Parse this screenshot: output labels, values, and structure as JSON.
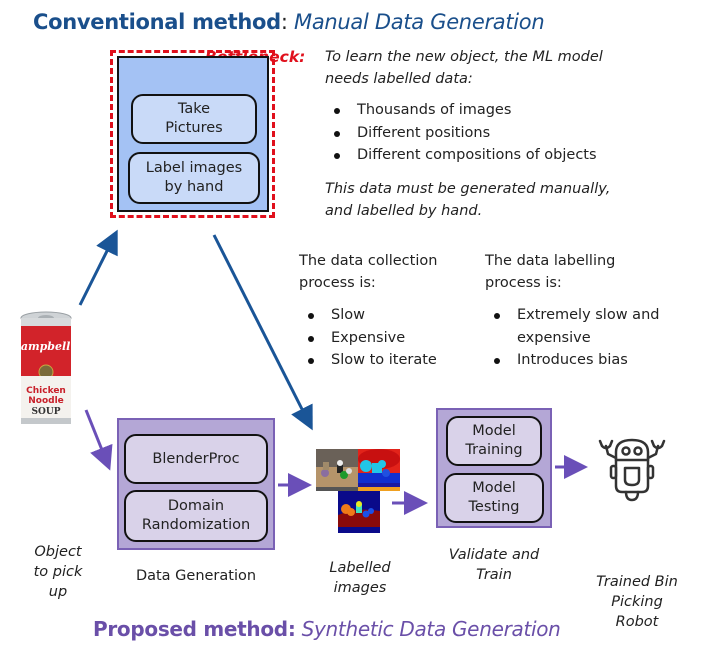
{
  "header": {
    "title_bold": "Conventional method",
    "title_sep": ":",
    "title_italic": "Manual Data Generation"
  },
  "footer": {
    "title_bold": "Proposed method:",
    "title_italic": "Synthetic Data Generation"
  },
  "conventional": {
    "bottleneck_label": "Bottleneck:",
    "bottleneck_intro_line1": "To learn the new object, the ML model",
    "bottleneck_intro_line2": "needs labelled data:",
    "needs": [
      "Thousands of images",
      "Different positions",
      "Different compositions of objects"
    ],
    "note_line1": "This data must be generated manually,",
    "note_line2": "and labelled by hand.",
    "steps": [
      {
        "line1": "Take",
        "line2": "Pictures"
      },
      {
        "line1": "Label images",
        "line2": "by hand"
      }
    ],
    "collection": {
      "heading_line1": "The data collection",
      "heading_line2": "process is:",
      "items": [
        "Slow",
        "Expensive",
        "Slow to iterate"
      ]
    },
    "labelling": {
      "heading_line1": "The data labelling",
      "heading_line2": "process is:",
      "items": [
        {
          "line1": "Extremely slow and",
          "line2": "expensive"
        },
        {
          "line1": "Introduces bias",
          "line2": ""
        }
      ]
    }
  },
  "proposed": {
    "object": {
      "caption_line1": "Object",
      "caption_line2": "to pick",
      "caption_line3": "up",
      "can_brand": "Campbell's",
      "can_line1": "Chicken",
      "can_line2": "Noodle",
      "can_line3": "SOUP"
    },
    "data_generation": {
      "caption": "Data Generation",
      "steps": [
        {
          "line1": "BlenderProc",
          "line2": ""
        },
        {
          "line1": "Domain",
          "line2": "Randomization"
        }
      ]
    },
    "labelled_images": {
      "caption_line1": "Labelled",
      "caption_line2": "images"
    },
    "validate": {
      "caption_line1": "Validate and",
      "caption_line2": "Train",
      "steps": [
        {
          "line1": "Model",
          "line2": "Training"
        },
        {
          "line1": "Model",
          "line2": "Testing"
        }
      ]
    },
    "robot": {
      "caption_line1": "Trained Bin",
      "caption_line2": "Picking",
      "caption_line3": "Robot"
    }
  },
  "colors": {
    "conventional_blue": "#1a4f8b",
    "bottleneck_red": "#e0101c",
    "proposed_purple": "#6a4fa8",
    "box_blue": "#a4c2f4",
    "box_blue_light": "#c9daf8",
    "box_purple": "#b4a7d6",
    "box_purple_light": "#d9d2e9"
  }
}
